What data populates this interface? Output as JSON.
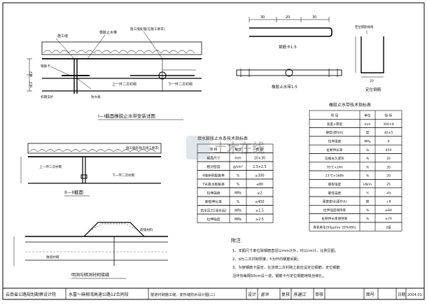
{
  "drawing": {
    "section_titles": {
      "section1": "I—I截面橡胶止水带安装详图",
      "section2": "II—II截面",
      "section3": "明洞与暗洞衬砌接缝"
    },
    "detail_labels": {
      "rebar_clip": "钢筋卡1:5",
      "rubber_strip": "橡胶止水带1:5",
      "positioning_rebar": "定位钢筋"
    },
    "dims": {
      "d30_left": "30",
      "d20": "20",
      "d30_right": "30",
      "d_half_top": "d/2",
      "d_half_bottom": "d/2",
      "tb_label": "定位钢筋规格",
      "tb_dim": "20"
    },
    "callouts": {
      "a1": "施工缝",
      "a2": "橡胶止水带",
      "a3": "上一环二次衬砌",
      "a4": "下一环二次衬砌",
      "a5": "钢筋卡",
      "a6": "防水板",
      "a7": "初期支护",
      "a8": "施工缝处理(见施工要求)",
      "a9": "嵌缝材料",
      "a10": "隧道衬砌"
    },
    "seal_table": {
      "title": "填水膨胀止水条技术指标表",
      "headers": [
        "项 目",
        "单位",
        "指 标"
      ],
      "rows": [
        [
          "截面尺寸",
          "mm",
          "20×30"
        ],
        [
          "相对密度",
          "g/cm³",
          "2.5×2.5"
        ],
        [
          "4倍体积膨胀率",
          "%",
          "≥300"
        ],
        [
          "7天吸水膨胀率",
          "%",
          "≤80"
        ],
        [
          "拉伸强度",
          "MPa",
          "≥2"
        ],
        [
          "断裂伸长率",
          "%",
          "≥450"
        ],
        [
          "抗水压力(浸水后)",
          "MPa",
          "≥1.5"
        ],
        [
          "拉伸强度",
          "MPa",
          "≥2.5"
        ]
      ]
    },
    "rubber_table": {
      "title": "橡胶止水带技术指标表",
      "headers": [
        "项 目",
        "单位",
        "指 标"
      ],
      "rows": [
        [
          "宽度×厚度",
          "mm",
          "300×8"
        ],
        [
          "硬度(邵尔A)",
          "度",
          "40±5"
        ],
        [
          "拉伸强度",
          "MPa",
          "9"
        ],
        [
          "扯断伸长率",
          "%",
          "450"
        ],
        [
          "压缩永久变形",
          "%",
          "35"
        ],
        [
          "70℃×24h",
          "%",
          "35"
        ],
        [
          "23℃×168h",
          "%",
          "20"
        ],
        [
          "撕裂强度",
          "kN/m",
          "25"
        ],
        [
          "脆性温度",
          "℃",
          "-45"
        ],
        [
          "硬度变化(邵尔A)",
          "度",
          "+8"
        ],
        [
          "拉伸强度保持率",
          "%",
          "≥80"
        ],
        [
          "扯断伸长率保持率",
          "%",
          "≥70"
        ],
        [
          "臭氧老化(50pphm 20%48h)",
          "",
          "2级"
        ]
      ]
    },
    "notes": {
      "heading": "附注",
      "lines": [
        "1、本图尺寸单位除钢筋直径以mm计外，均以cm计，比例见图。",
        "2、d为二次衬砌厚度，h为环向钢筋间距。",
        "3、为使钢筋卡固定，在浇筑二次衬砌之前应设定位钢筋，定位钢筋",
        "   沿环向每隔50cm设一道，钢筋卡与定位钢筋用铁丝绑扎。"
      ]
    },
    "watermark": "土木在线"
  },
  "title_block": {
    "institute": "云南省公路规划勘察设计院",
    "project": "水富～麻柳湾高速公路12合同段",
    "drawing_name": "隧道衬砌施工缝、变形缝防水设计图(二)",
    "design_label": "设计",
    "design_sig": "富华",
    "review_label": "复核",
    "review_sig": "陈建江",
    "approve_label": "审核",
    "drawing_no_label": "图号",
    "date_label": "日期",
    "date_value": "2004.01"
  }
}
